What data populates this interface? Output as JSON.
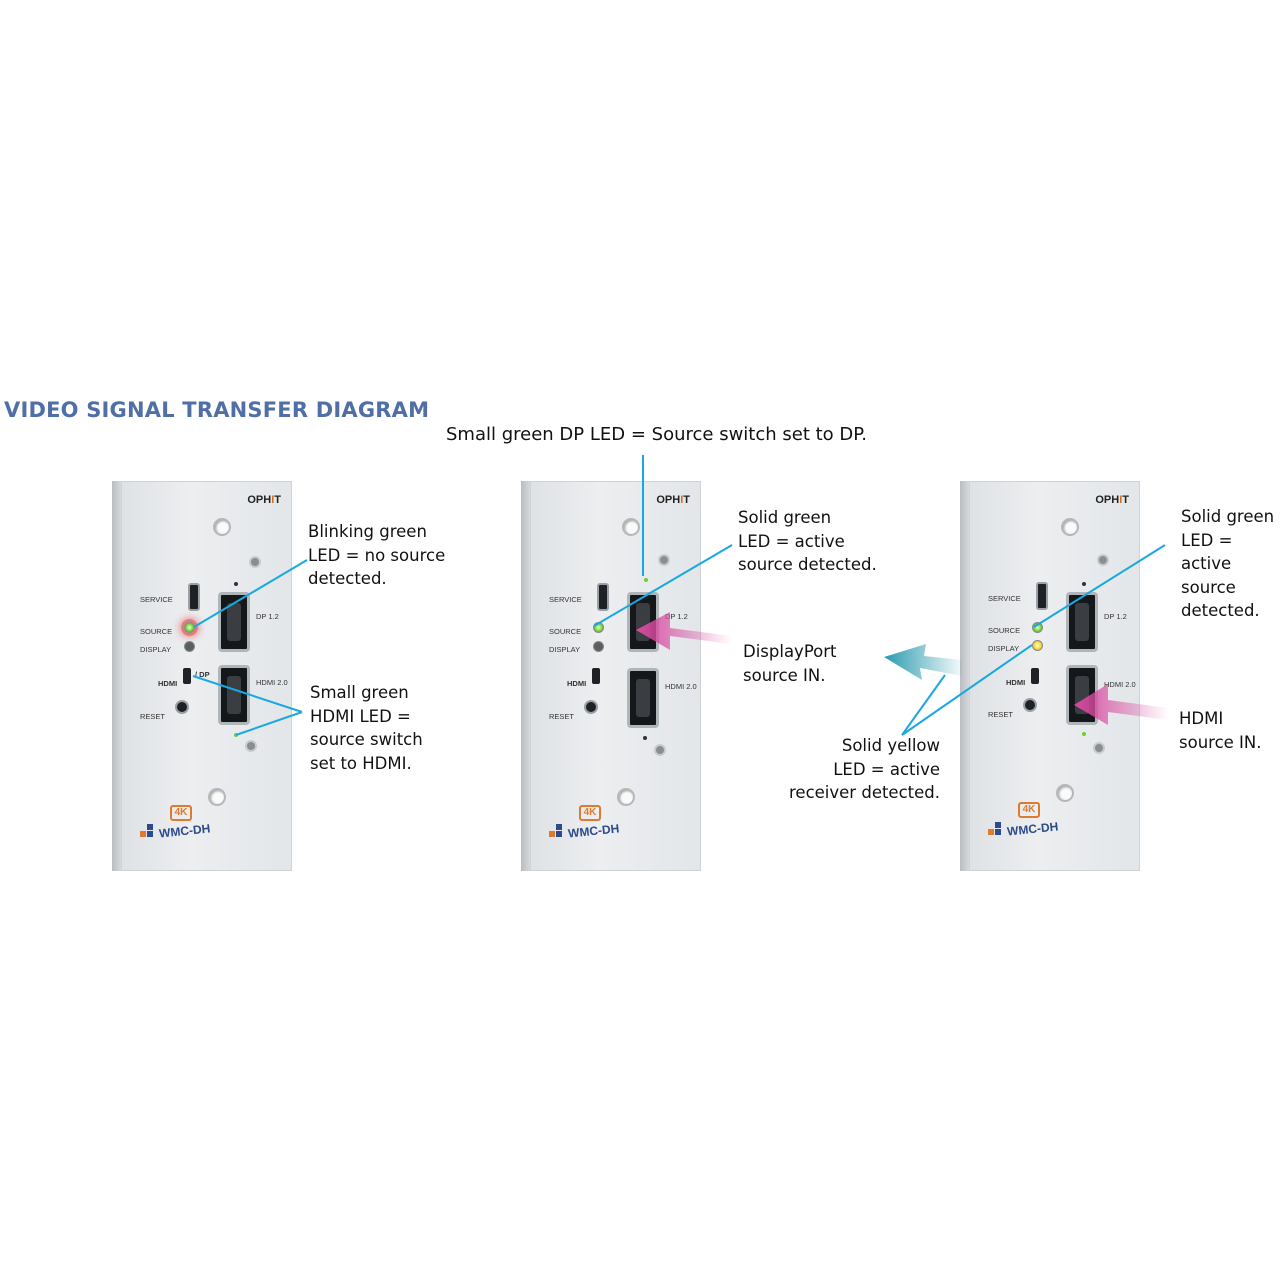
{
  "title": "VIDEO SIGNAL TRANSFER DIAGRAM",
  "colors": {
    "title": "#4f6fa6",
    "callout_line": "#1aa8e0",
    "arrow_in": "#d94aa0",
    "arrow_out": "#2a9bb0",
    "led_green": "#6fcf2f",
    "led_yellow": "#f2d532",
    "led_blink_halo": "#e62828",
    "logo_orange": "#e07a2e",
    "logo_blue": "#2b4b8a"
  },
  "plate": {
    "brand_prefix": "OPH",
    "brand_highlight": "I",
    "brand_suffix": "T",
    "service": "SERVICE",
    "source": "SOURCE",
    "display": "DISPLAY",
    "hdmi_switch": "HDMI",
    "dp_switch": "DP",
    "reset": "RESET",
    "dp_port": "DP 1.2",
    "hdmi_port": "HDMI 2.0",
    "logo_4k": "4K",
    "model": "WMC-DH"
  },
  "captions": {
    "top": "Small green DP LED = Source switch set to DP.",
    "blinking": "Blinking green\nLED = no source\ndetected.",
    "small_hdmi": "Small green\nHDMI LED =\nsource switch\nset to HDMI.",
    "solid_green_mid": "Solid green\nLED = active\nsource detected.",
    "dp_in": "DisplayPort\nsource IN.",
    "solid_green_right": "Solid green\nLED = active\nsource\ndetected.",
    "solid_yellow": "Solid yellow\nLED = active\nreceiver detected.",
    "hdmi_in": "HDMI\nsource IN."
  },
  "icons": [
    "screw-hole-icon",
    "screw-icon",
    "led-icon",
    "arrow-right-icon",
    "arrow-left-icon",
    "logo-blocks-icon"
  ]
}
